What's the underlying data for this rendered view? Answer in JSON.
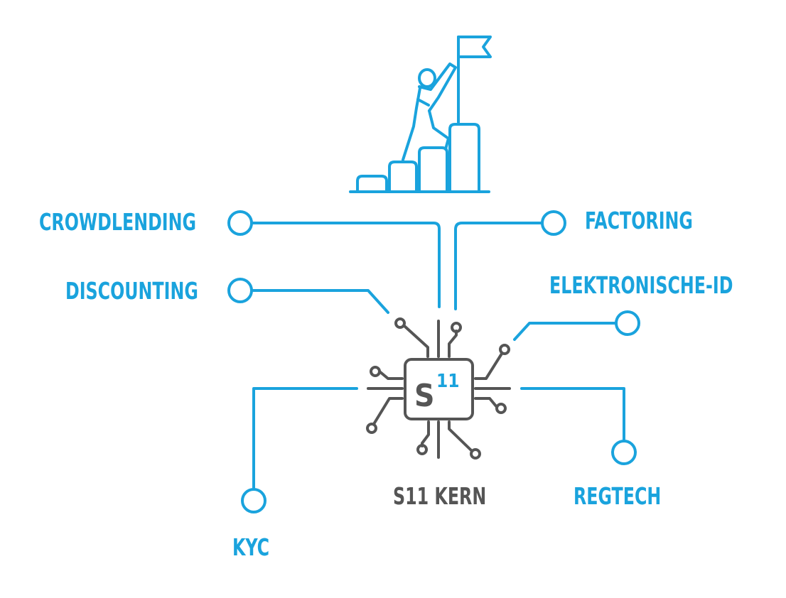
{
  "colors": {
    "accent": "#1aa3dd",
    "core": "#555555",
    "background": "#ffffff"
  },
  "core": {
    "chip_letter": "S",
    "chip_superscript": "11",
    "label": "S11 KERN"
  },
  "modules": {
    "crowdlending": "CROWDLENDING",
    "factoring": "FACTORING",
    "discounting": "DISCOUNTING",
    "elektronische_id": "ELEKTRONISCHE-ID",
    "kyc": "KYC",
    "regtech": "REGTECH"
  },
  "icons": {
    "top": "climber-flag-steps-icon",
    "center": "cpu-chip-icon"
  }
}
